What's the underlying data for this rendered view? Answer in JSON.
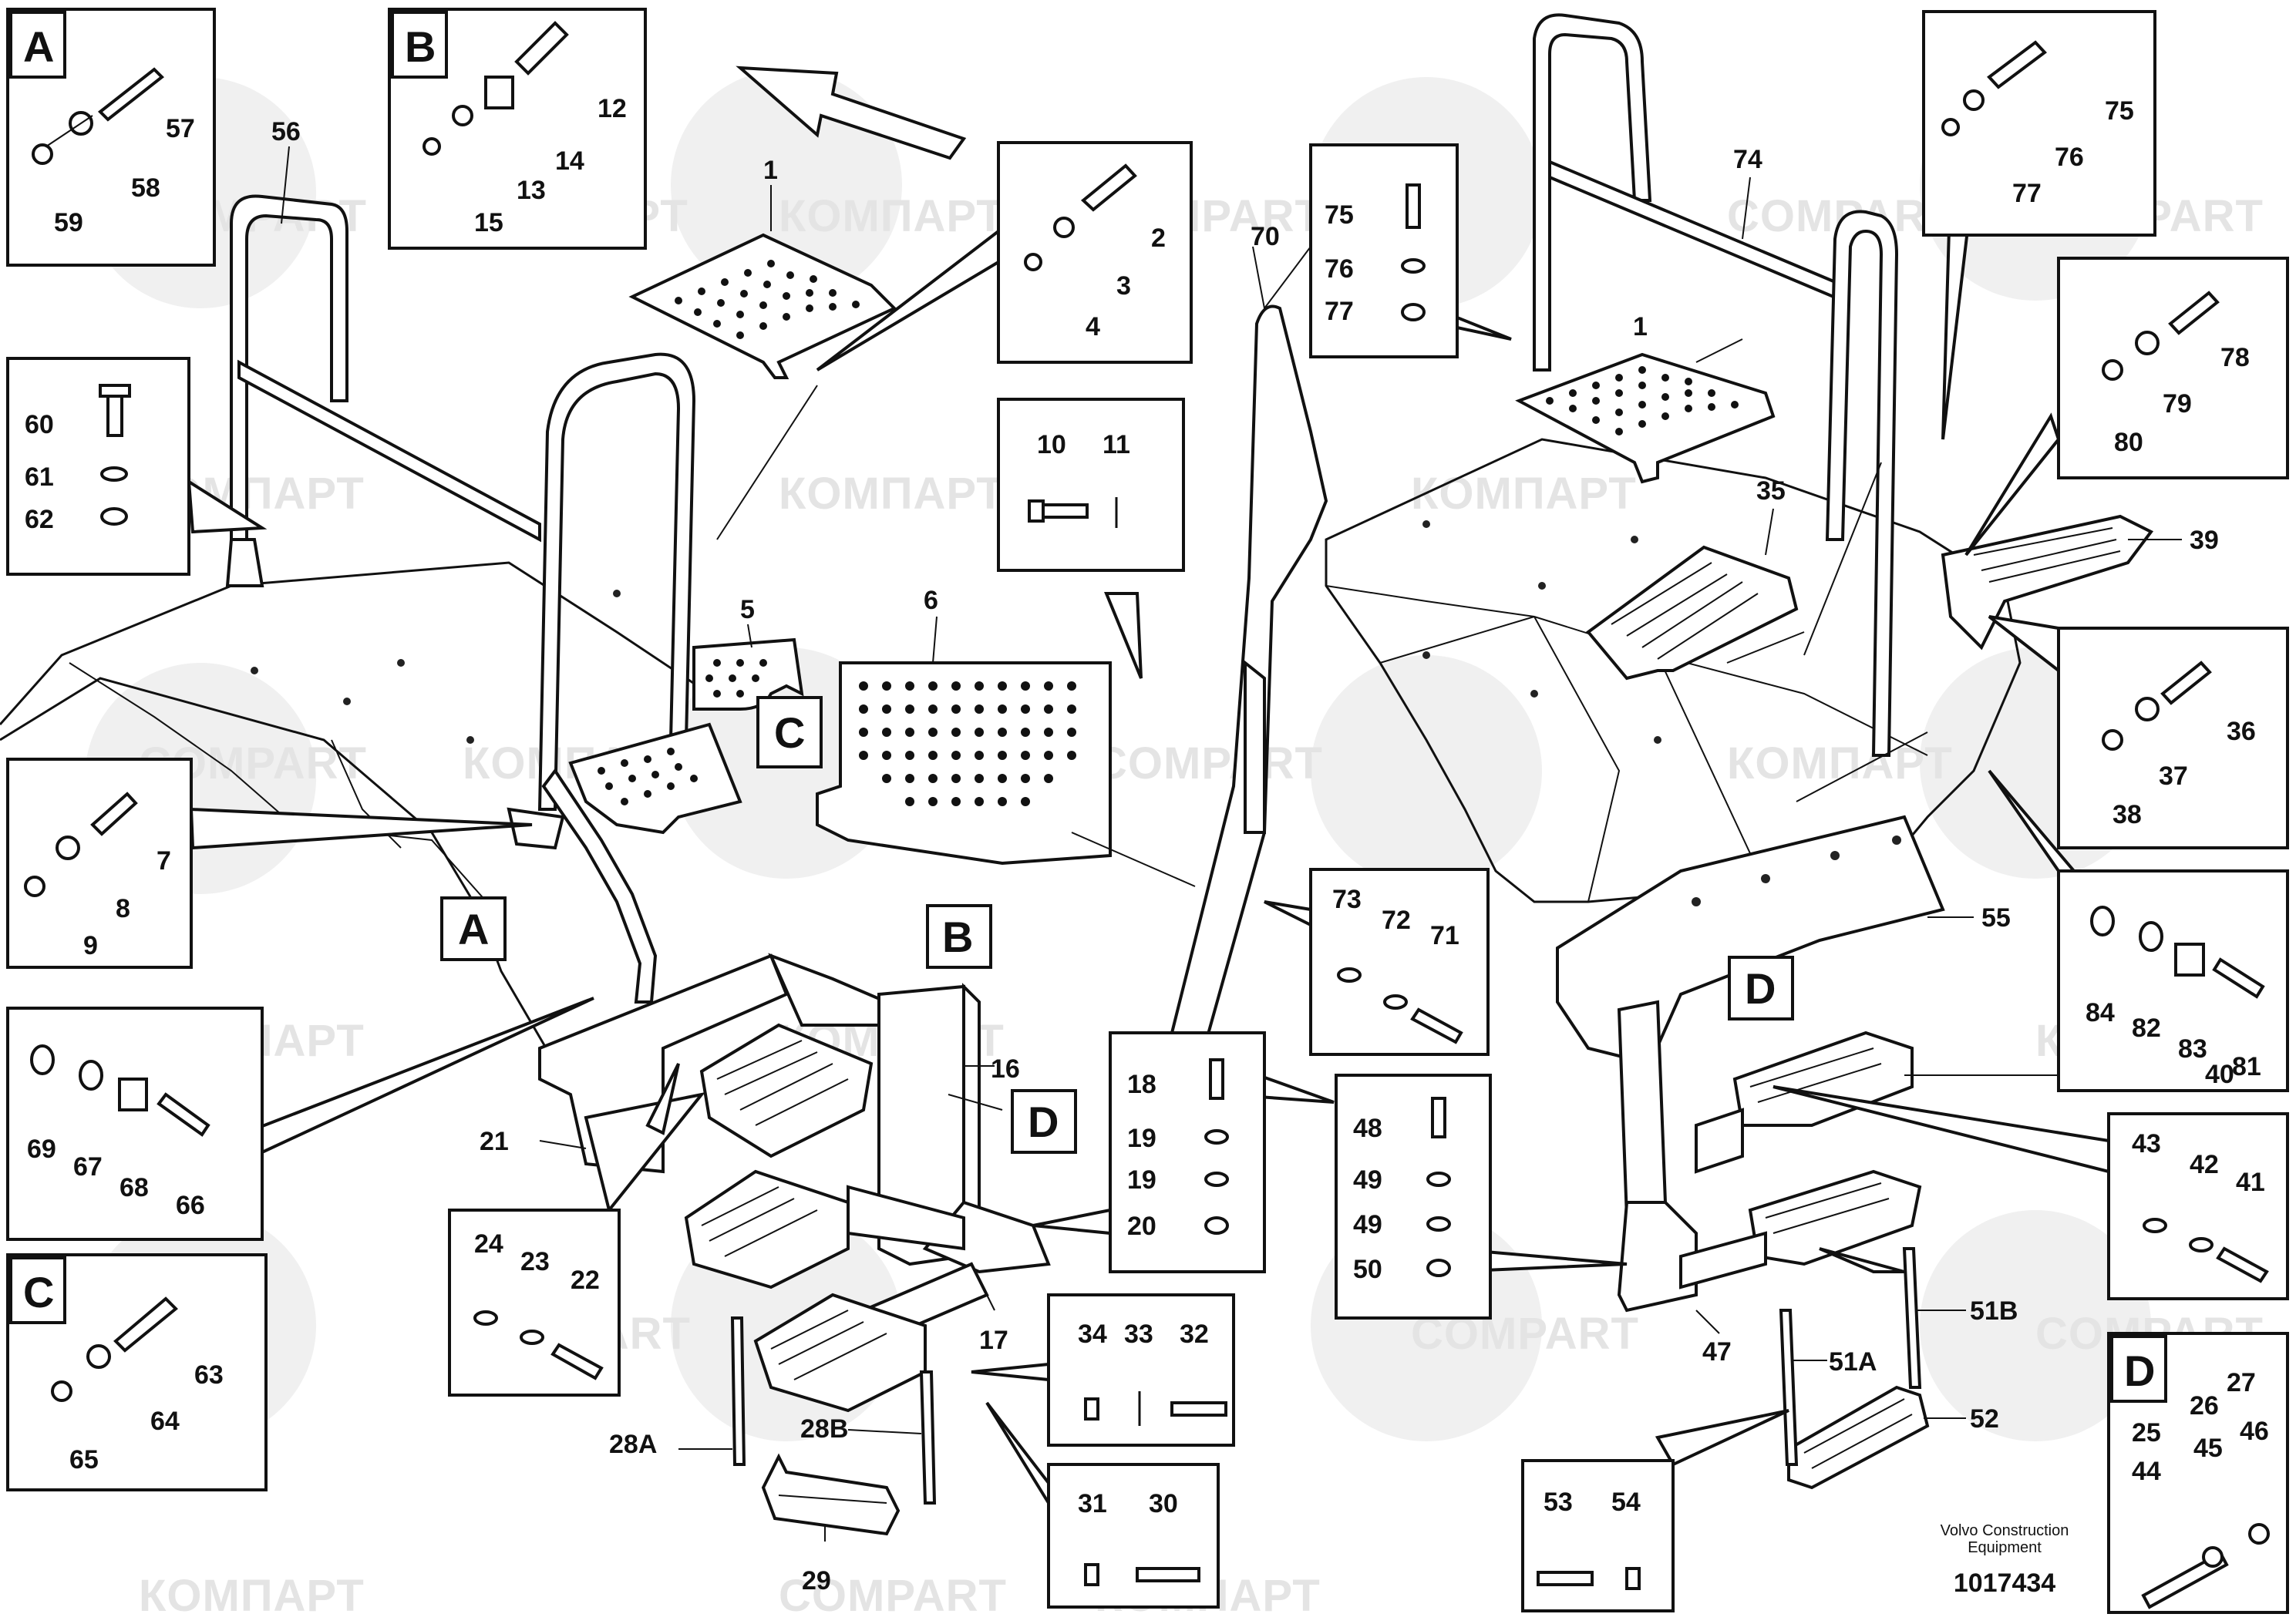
{
  "watermarks": {
    "latin": "COMPART",
    "cyrillic": "КОМПАРТ"
  },
  "footer": {
    "company_line1": "Volvo Construction",
    "company_line2": "Equipment",
    "drawing_number": "1017434"
  },
  "detail_boxes": [
    {
      "letter": "A",
      "callouts": [
        "57",
        "58",
        "59"
      ]
    },
    {
      "letter": "B",
      "callouts": [
        "12",
        "14",
        "13",
        "15"
      ]
    },
    {
      "letter": "C",
      "callouts": [
        "63",
        "64",
        "65"
      ]
    },
    {
      "letter": "D",
      "callouts": [
        "27",
        "26",
        "46",
        "25",
        "45",
        "44"
      ]
    }
  ],
  "view_markers": [
    "C",
    "A",
    "B",
    "D",
    "D"
  ],
  "callouts": {
    "left": [
      "56",
      "1",
      "2",
      "3",
      "4",
      "5",
      "6",
      "60",
      "61",
      "62",
      "7",
      "8",
      "9",
      "10",
      "11",
      "16",
      "17",
      "18",
      "19",
      "19",
      "20",
      "21",
      "24",
      "23",
      "22",
      "69",
      "67",
      "68",
      "66",
      "28A",
      "28B",
      "29",
      "34",
      "33",
      "32",
      "31",
      "30"
    ],
    "right": [
      "70",
      "73",
      "72",
      "71",
      "74",
      "75",
      "76",
      "77",
      "75",
      "76",
      "77",
      "78",
      "79",
      "80",
      "1",
      "35",
      "39",
      "36",
      "37",
      "38",
      "55",
      "84",
      "82",
      "83",
      "81",
      "40",
      "43",
      "42",
      "41",
      "48",
      "49",
      "49",
      "50",
      "47",
      "51A",
      "51B",
      "52",
      "53",
      "54"
    ]
  },
  "colors": {
    "line": "#111111",
    "watermark": "#e4e4e4",
    "background": "#ffffff"
  }
}
